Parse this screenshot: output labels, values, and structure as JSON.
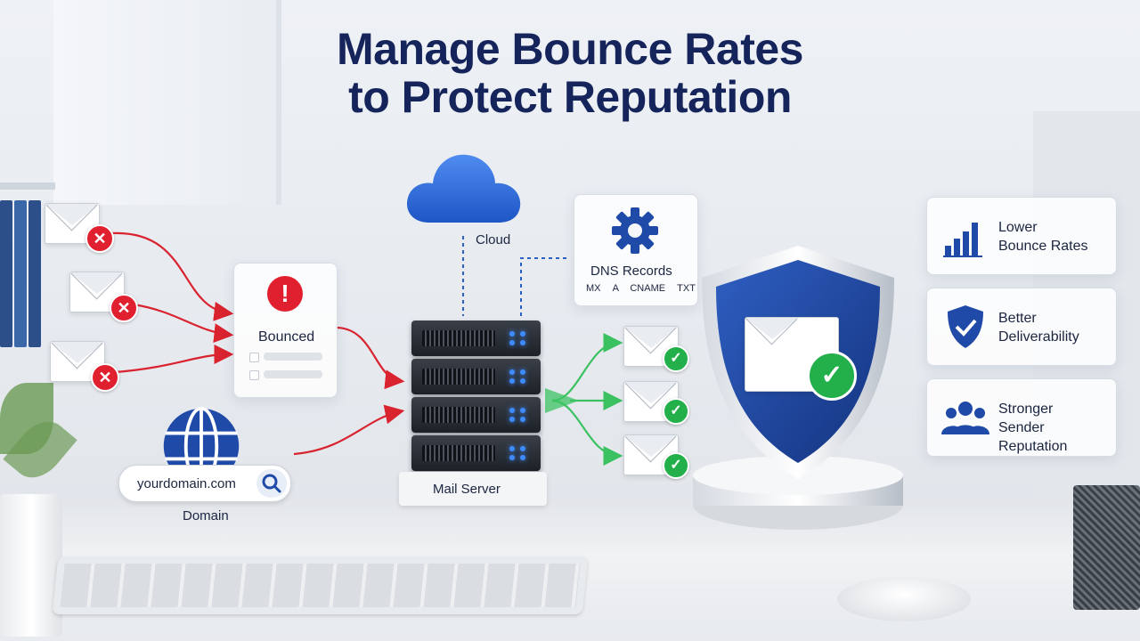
{
  "title": {
    "line1": "Manage Bounce Rates",
    "line2": "to Protect Reputation"
  },
  "bounced": {
    "label": "Bounced"
  },
  "domain": {
    "search_value": "yourdomain.com",
    "label": "Domain"
  },
  "cloud": {
    "label": "Cloud"
  },
  "server": {
    "label": "Mail Server"
  },
  "dns": {
    "title": "DNS Records",
    "records": [
      "MX",
      "A",
      "CNAME",
      "TXT"
    ]
  },
  "benefits": [
    {
      "line1": "Lower",
      "line2": "Bounce Rates",
      "icon": "bar-chart-icon"
    },
    {
      "line1": "Better",
      "line2": "Deliverability",
      "icon": "shield-check-icon"
    },
    {
      "line1": "Stronger",
      "line2": "Sender Reputation",
      "icon": "users-icon"
    }
  ],
  "colors": {
    "navy": "#15245a",
    "error_red": "#e0202f",
    "success_green": "#23b04b",
    "brand_blue": "#1f4aa8"
  }
}
